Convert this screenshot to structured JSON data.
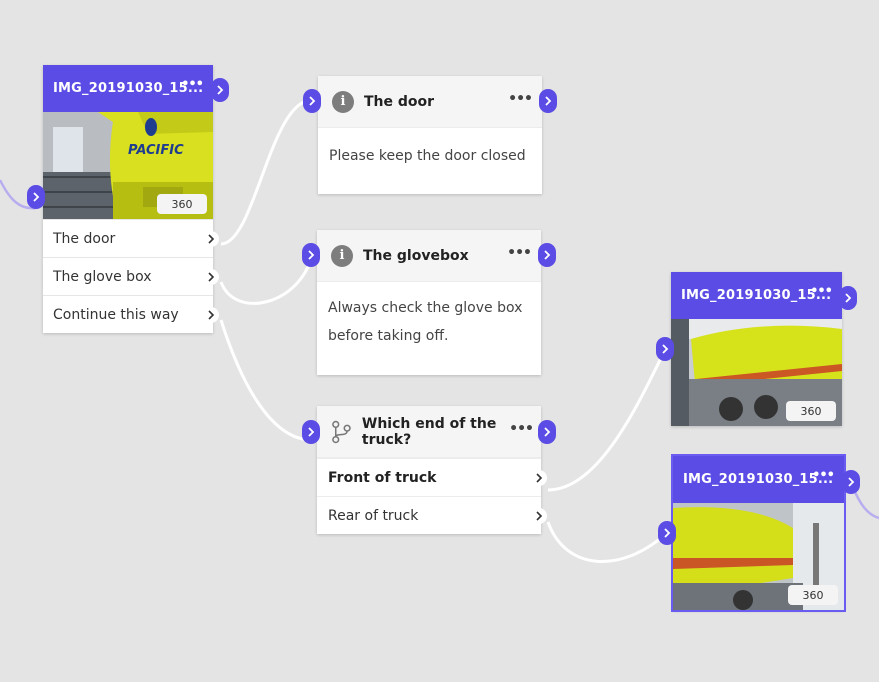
{
  "scene1": {
    "title": "IMG_20191030_15...",
    "menu": "•••",
    "badge": "360",
    "choices": [
      "The door",
      "The glove box",
      "Continue this way"
    ]
  },
  "door": {
    "title": "The door",
    "menu": "•••",
    "body": "Please keep the door closed"
  },
  "glovebox": {
    "title": "The glovebox",
    "menu": "•••",
    "body": "Always check the glove box before taking off."
  },
  "question": {
    "title": "Which end of the truck?",
    "menu": "•••",
    "options": [
      "Front of truck",
      "Rear of truck"
    ]
  },
  "scene2": {
    "title": "IMG_20191030_15...",
    "menu": "•••",
    "badge": "360"
  },
  "scene3": {
    "title": "IMG_20191030_15...",
    "menu": "•••",
    "badge": "360"
  },
  "colors": {
    "accent": "#5b4ce5",
    "canvas": "#e4e4e4",
    "wire": "#ffffff",
    "wire_offscreen": "#b7aef0"
  },
  "icons": {
    "info": "i",
    "branch": "branch-icon",
    "chevron": "chevron-right-icon"
  }
}
